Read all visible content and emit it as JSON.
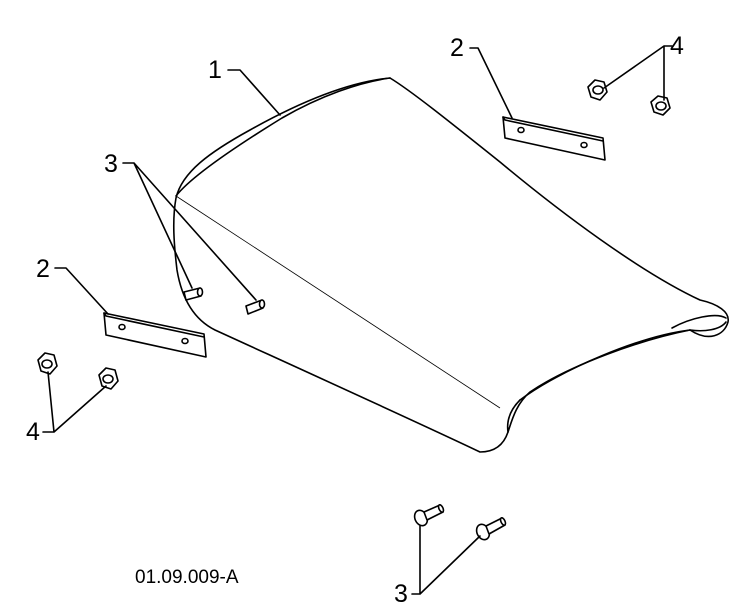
{
  "drawing": {
    "callouts": {
      "cover": "1",
      "strip_top": "2",
      "nuts_top": "4",
      "pins_left": "3",
      "strip_left": "2",
      "nuts_left": "4",
      "screws_bottom": "3"
    },
    "figure_code": "01.09.009-A"
  }
}
